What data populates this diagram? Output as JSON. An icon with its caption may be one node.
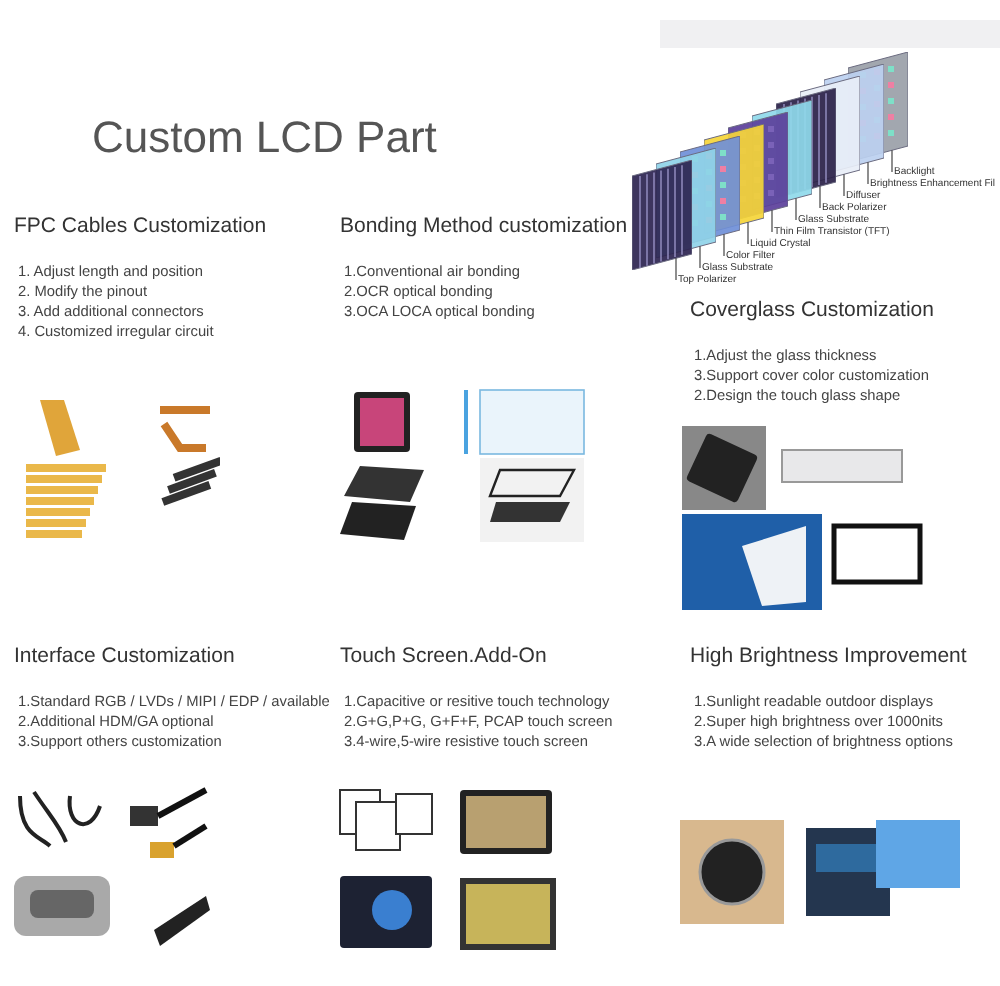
{
  "diagram": {
    "title": "Custom LCD Part",
    "nodes": [
      {
        "text": [],
        "shape": "box"
      },
      {
        "text": [],
        "shape": "box"
      },
      {
        "text": [],
        "shape": "box"
      },
      {
        "text": [],
        "shape": "box"
      },
      {
        "text": [],
        "shape": "box"
      },
      {
        "text": [],
        "shape": "box"
      },
      {
        "text": [],
        "shape": "box"
      },
      {
        "text": [],
        "shape": "box"
      },
      {
        "text": [],
        "shape": "box"
      },
      {
        "text": [],
        "shape": "box"
      },
      {
        "text": [
          "Top Polarizer"
        ]
      },
      {
        "text": [
          "Glass Substrate"
        ]
      },
      {
        "text": [
          "Color Filter"
        ]
      },
      {
        "text": [
          "Liquid Crystal"
        ]
      },
      {
        "text": [
          "Thin Film Transistor (TFT)"
        ]
      },
      {
        "text": [
          "Glass Substrate"
        ]
      },
      {
        "text": [
          "Back Polarizer"
        ]
      },
      {
        "text": [
          "Diffuser"
        ]
      },
      {
        "text": [
          "Brightness Enhancement Fil"
        ]
      },
      {
        "text": [
          "Backlight"
        ]
      }
    ],
    "edges": [
      {
        "from": 10,
        "to": 0,
        "arrow": "none"
      },
      {
        "from": 11,
        "to": 1,
        "arrow": "none"
      },
      {
        "from": 12,
        "to": 2,
        "arrow": "none"
      },
      {
        "from": 13,
        "to": 3,
        "arrow": "none"
      },
      {
        "from": 14,
        "to": 4,
        "arrow": "none"
      },
      {
        "from": 15,
        "to": 5,
        "arrow": "none"
      },
      {
        "from": 16,
        "to": 6,
        "arrow": "none"
      },
      {
        "from": 17,
        "to": 7,
        "arrow": "none"
      },
      {
        "from": 18,
        "to": 8,
        "arrow": "none"
      },
      {
        "from": 19,
        "to": 9,
        "arrow": "none"
      }
    ],
    "labels": [
      "FPC Cables Customization",
      "1. Adjust length and position",
      "2. Modify the pinout",
      "3. Add additional connectors",
      "4. Customized irregular circuit",
      "Bonding Method customization",
      "1.Conventional air bonding",
      "2.OCR optical bonding",
      "3.OCA LOCA optical bonding",
      "Coverglass Customization",
      "1.Adjust the glass thickness",
      "3.Support cover color customization",
      "2.Design the touch glass shape",
      "Interface Customization",
      "1.Standard RGB / LVDs / MIPI / EDP / available",
      "2.Additional HDM/GA optional",
      "3.Support others customization",
      "Touch Screen.Add-On",
      "1.Capacitive or resitive touch technology",
      "2.G+G,P+G, G+F+F, PCAP touch screen",
      "3.4-wire,5-wire resistive touch screen",
      "High Brightness Improvement",
      "1.Sunlight readable outdoor displays",
      "2.Super high brightness over 1000nits",
      "3.A wide selection of brightness options"
    ]
  }
}
